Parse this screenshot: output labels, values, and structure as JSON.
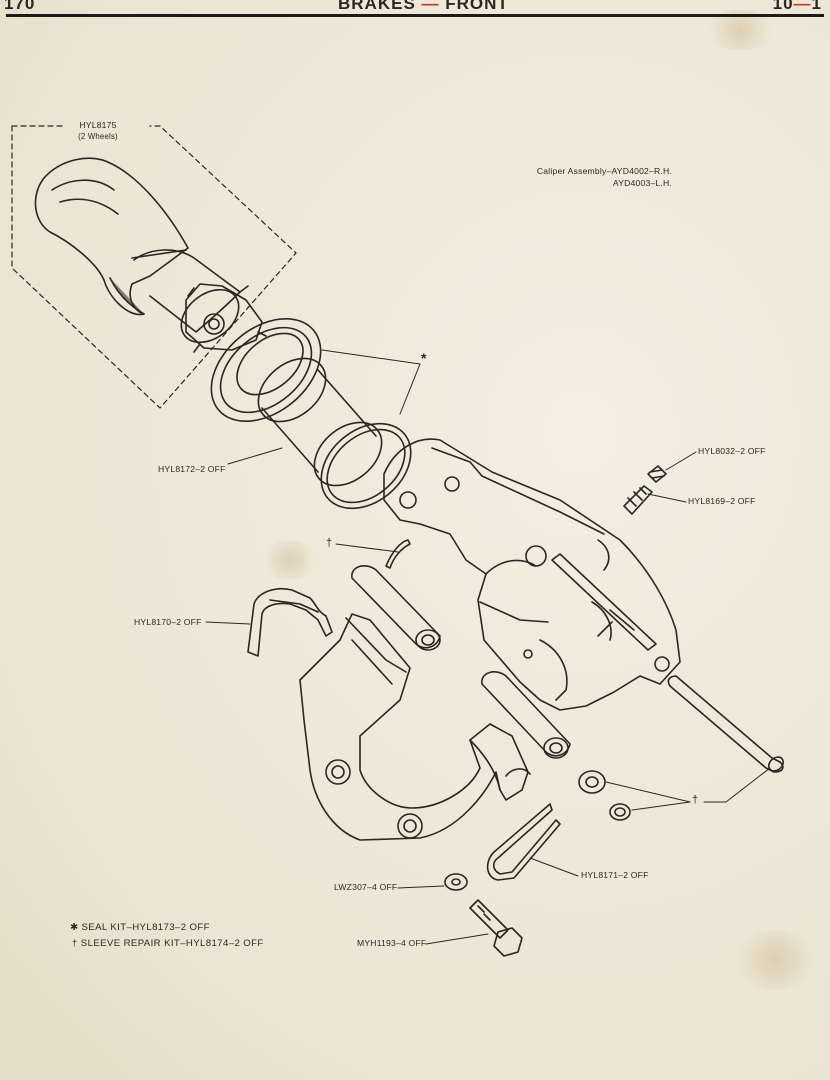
{
  "header": {
    "left": "170",
    "center_left": "BRAKES",
    "center_dash": "—",
    "center_right": "FRONT",
    "right_num": "10",
    "right_dash": "—",
    "right_page": "1"
  },
  "caliper": {
    "line1": "Caliper Assembly–AYD4002–R.H.",
    "line2": "AYD4003–L.H."
  },
  "parts": {
    "hyl8175": "HYL8175",
    "hyl8175_note": "(2 Wheels)",
    "hyl8172": "HYL8172–2 OFF",
    "hyl8032": "HYL8032–2 OFF",
    "hyl8169": "HYL8169–2 OFF",
    "dagger_top": "†",
    "hyl8170": "HYL8170–2 OFF",
    "asterisk": "*",
    "dagger_right": "†",
    "hyl8171": "HYL8171–2 OFF",
    "lwz307": "LWZ307–4 OFF",
    "myh1193": "MYH1193–4 OFF"
  },
  "legend": {
    "seal_kit": "✱ SEAL KIT–HYL8173–2 OFF",
    "sleeve_kit": "† SLEEVE REPAIR KIT–HYL8174–2 OFF"
  }
}
